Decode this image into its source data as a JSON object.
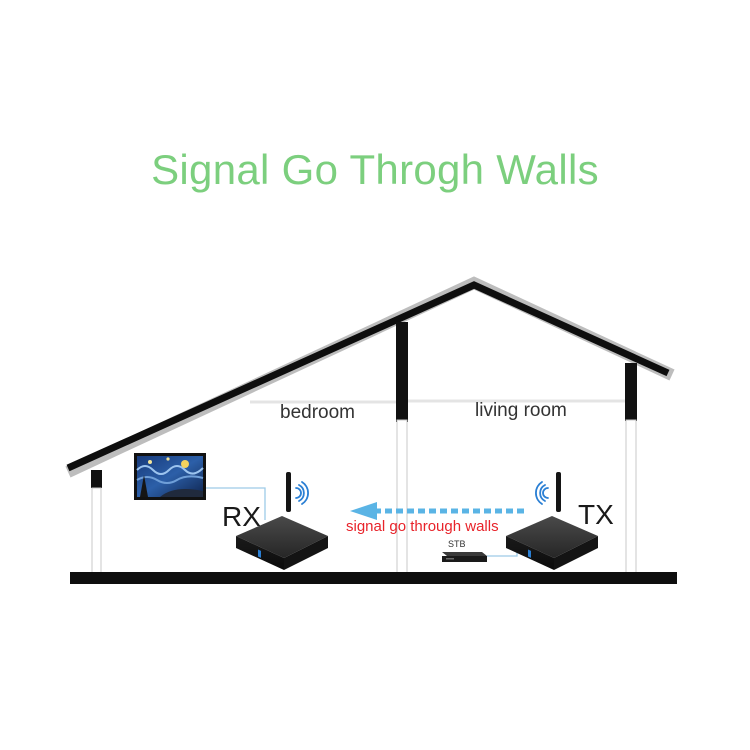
{
  "title": "Signal Go Throgh Walls",
  "rooms": {
    "left": "bedroom",
    "right": "living room"
  },
  "devices": {
    "receiver_label": "RX",
    "transmitter_label": "TX",
    "set_top_box_label": "STB"
  },
  "signal_caption": "signal go through walls",
  "colors": {
    "title": "#7ccf7e",
    "caption": "#e8232a",
    "signal_arrow": "#5ab4e5",
    "walls": "#111111",
    "device_body": "#1c1c1c",
    "indicator_led": "#2a7fd4"
  },
  "icons": {
    "tv": "tv-icon",
    "receiver": "receiver-icon",
    "transmitter": "transmitter-icon",
    "set_top_box": "set-top-box-icon",
    "wifi_waves": "wifi-waves-icon",
    "signal_arrow": "signal-arrow-icon"
  }
}
